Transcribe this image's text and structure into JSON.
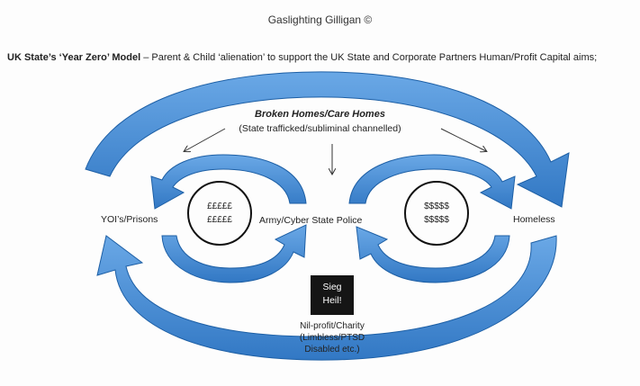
{
  "title": "Gaslighting Gilligan ©",
  "heading": {
    "bold": "UK State’s ‘Year Zero’ Model",
    "text": " – Parent & Child ‘alienation’ to support the UK State and Corporate Partners Human/Profit Capital aims;"
  },
  "center": {
    "title": "Broken Homes/Care Homes",
    "subtitle": "(State trafficked/subliminal channelled)"
  },
  "nodes": {
    "left": "YOI’s/Prisons",
    "middle": "Army/Cyber State Police",
    "right": "Homeless"
  },
  "circles": {
    "left": [
      "£££££",
      "£££££"
    ],
    "right": [
      "$$$$$",
      "$$$$$"
    ]
  },
  "box": {
    "line1": "Sieg",
    "line2": "Heil!"
  },
  "bottom": {
    "lines": [
      "Nil-profit/Charity",
      "(Limbless/PTSD",
      "Disabled etc.)"
    ]
  },
  "colors": {
    "arrow_fill": "#4a8fd6",
    "arrow_stroke": "#1d5fa5",
    "box_fill": "#151515"
  }
}
